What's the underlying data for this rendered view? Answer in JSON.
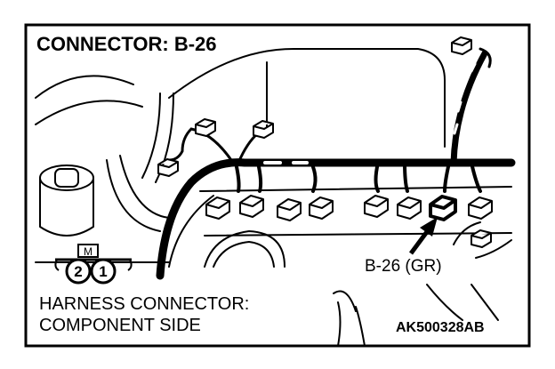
{
  "title": "CONNECTOR: B-26",
  "callout": "B-26 (GR)",
  "harness_line1": "HARNESS CONNECTOR:",
  "harness_line2": "COMPONENT SIDE",
  "figure_code": "AK500328AB",
  "connector_symbol": {
    "mark": "M",
    "pins": [
      "2",
      "1"
    ]
  },
  "colors": {
    "ink": "#000000",
    "paper": "#ffffff"
  }
}
